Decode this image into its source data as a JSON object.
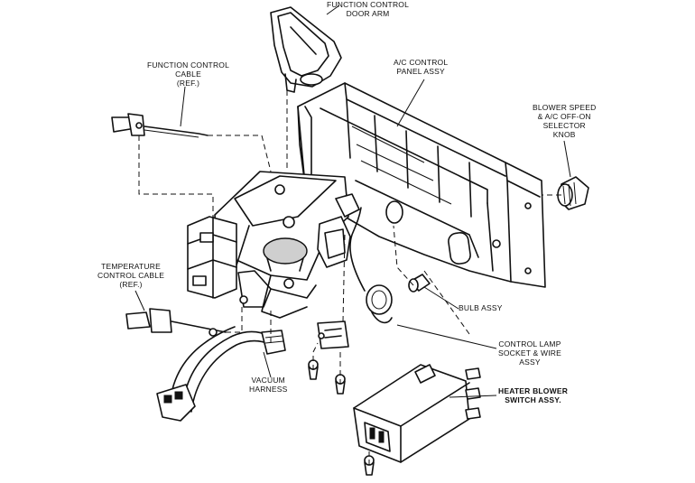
{
  "labels": {
    "function_control_door_arm": [
      "FUNCTION CONTROL",
      "DOOR ARM"
    ],
    "function_control_cable": [
      "FUNCTION CONTROL",
      "CABLE",
      "(REF.)"
    ],
    "ac_control_panel_assy": [
      "A/C CONTROL",
      "PANEL ASSY"
    ],
    "blower_speed_knob": [
      "BLOWER SPEED",
      "& A/C OFF-ON",
      "SELECTOR",
      "KNOB"
    ],
    "temperature_control_cable": [
      "TEMPERATURE",
      "CONTROL CABLE",
      "(REF.)"
    ],
    "bulb_assy": [
      "BULB ASSY"
    ],
    "control_lamp_socket": [
      "CONTROL LAMP",
      "SOCKET & WIRE",
      "ASSY"
    ],
    "heater_blower_switch": [
      "HEATER BLOWER",
      "SWITCH ASSY."
    ],
    "vacuum_harness": [
      "VACUUM",
      "HARNESS"
    ]
  }
}
